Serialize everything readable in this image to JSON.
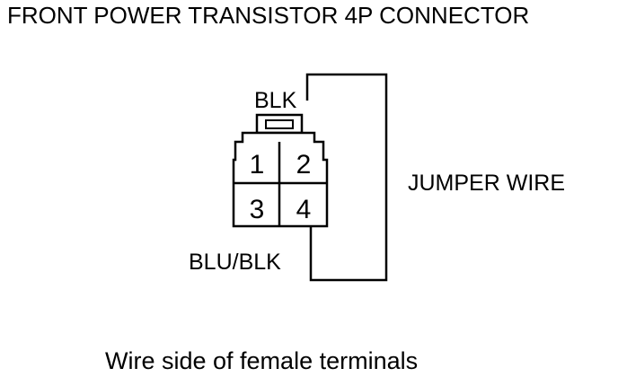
{
  "title": "FRONT POWER TRANSISTOR 4P CONNECTOR",
  "connector": {
    "terminals": [
      "1",
      "2",
      "3",
      "4"
    ],
    "wire_top": "BLK",
    "wire_bottom": "BLU/BLK"
  },
  "jumper_label": "JUMPER WIRE",
  "caption": "Wire side of female terminals",
  "colors": {
    "line": "#000000",
    "background": "#ffffff"
  }
}
